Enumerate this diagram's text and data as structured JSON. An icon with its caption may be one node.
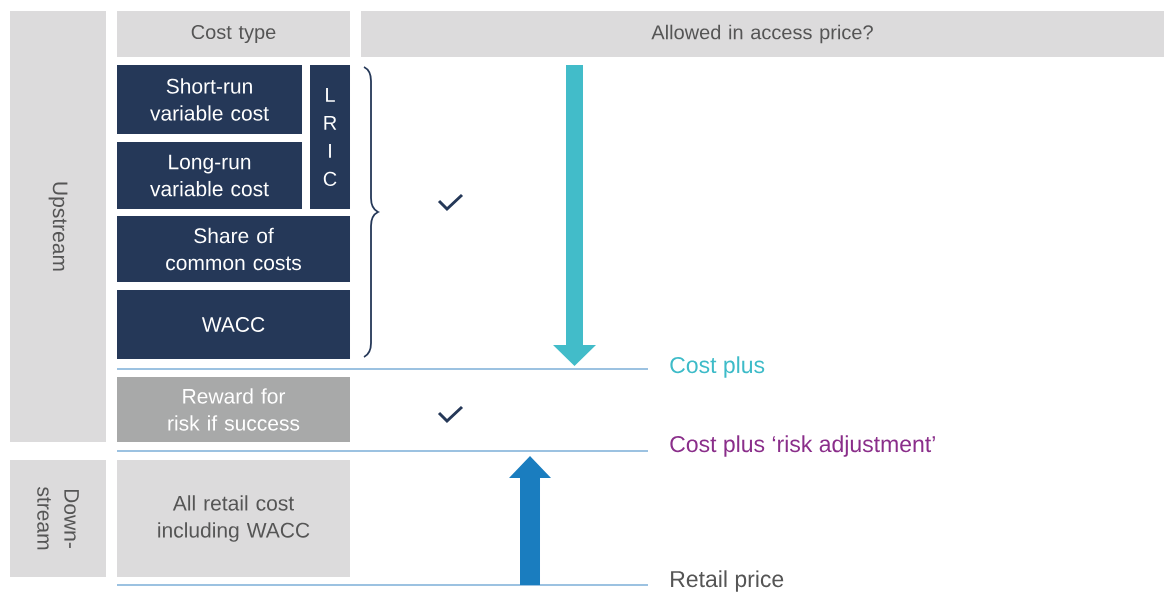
{
  "diagram": {
    "nodes": [
      {
        "text": [
          "Upstream"
        ]
      },
      {
        "text": [
          "Down- stream"
        ]
      },
      {
        "text": [
          "Cost type"
        ]
      },
      {
        "text": [
          "Allowed in access price?"
        ]
      },
      {
        "text": [
          "Short-run variable cost"
        ]
      },
      {
        "text": [
          "Long-run variable cost"
        ]
      },
      {
        "text": [
          "LRIC"
        ]
      },
      {
        "text": [
          "Share of common costs"
        ]
      },
      {
        "text": [
          "WACC"
        ]
      },
      {
        "text": [
          "Reward for risk if success"
        ]
      },
      {
        "text": [
          "All retail cost including WACC"
        ]
      }
    ],
    "labels": [
      "Cost plus",
      "Cost plus ‘risk adjustment’",
      "Retail price"
    ]
  }
}
